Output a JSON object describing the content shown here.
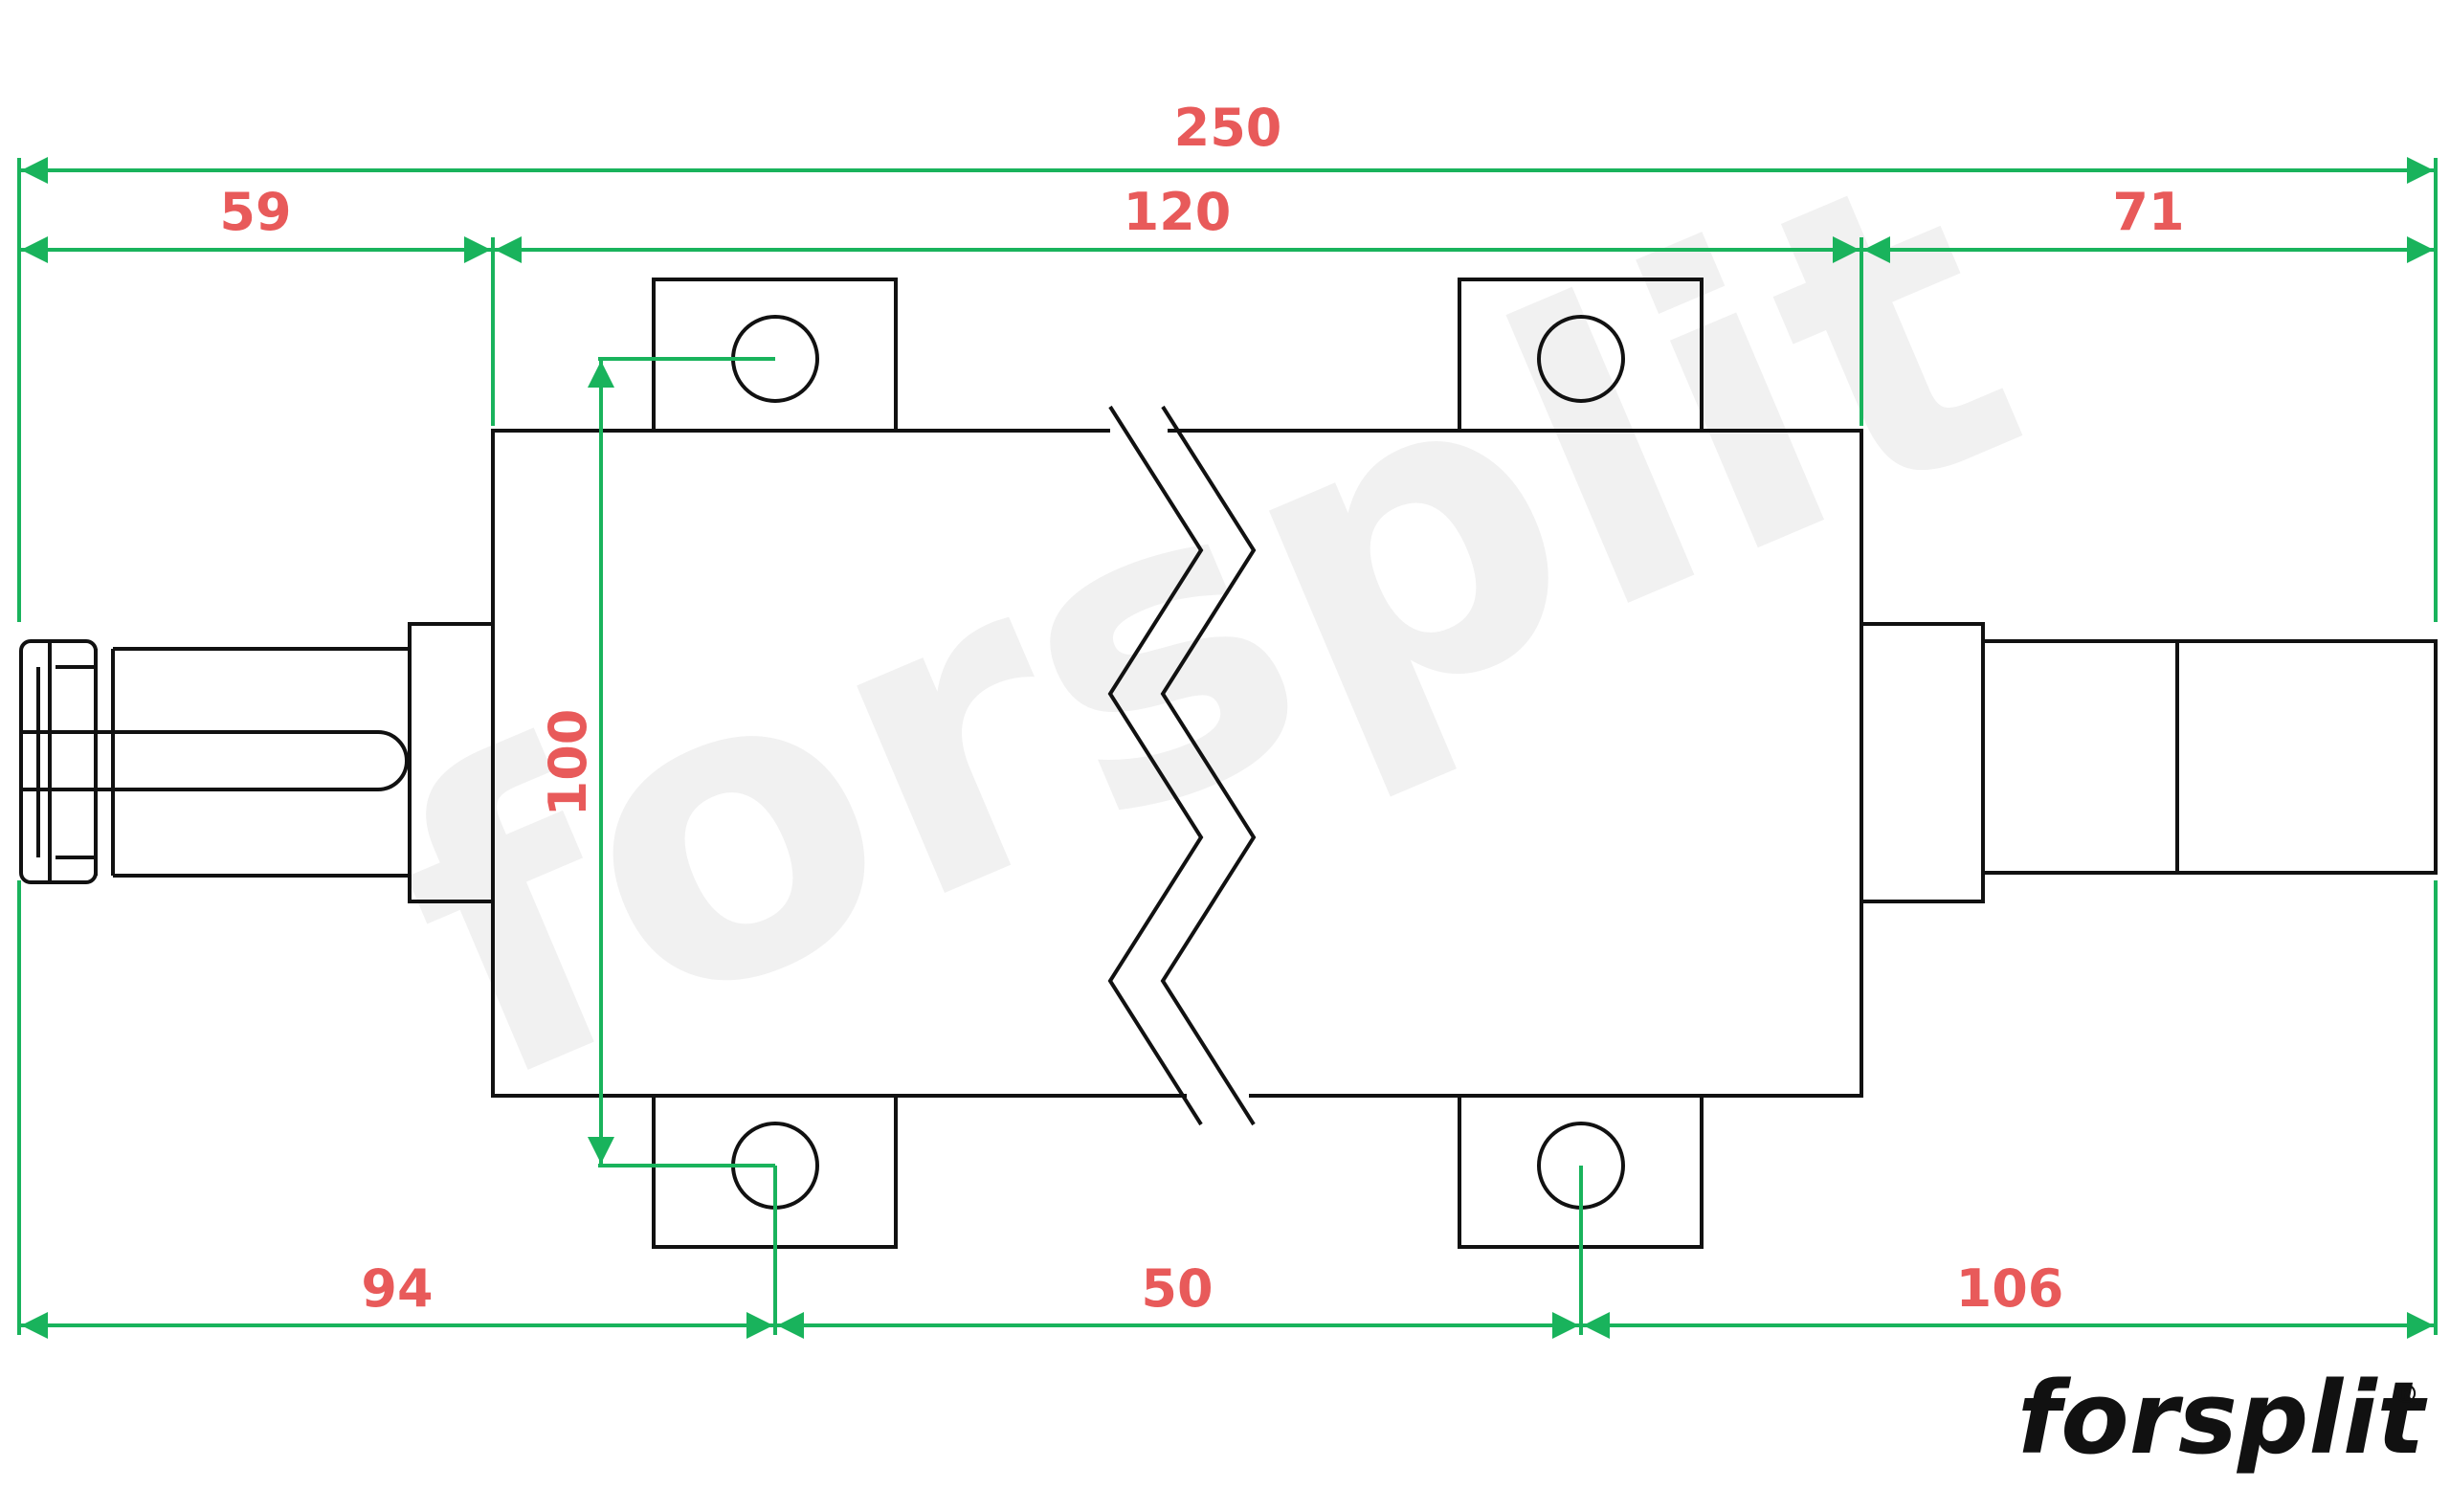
{
  "colors": {
    "dimension_line": "#19b35c",
    "dimension_text": "#e85a5a",
    "outline": "#111111",
    "watermark": "#f1f1f1"
  },
  "dimensions": {
    "overall_length": "250",
    "left_shaft_length": "59",
    "body_length": "120",
    "right_shaft_length": "71",
    "mount_hole_spacing_vertical": "100",
    "left_end_to_first_hole": "94",
    "hole_spacing_horizontal": "50",
    "second_hole_to_right_end": "106"
  },
  "brand": {
    "logo_text": "forsplit",
    "registered_mark": "®",
    "watermark_text": "forsplit"
  }
}
